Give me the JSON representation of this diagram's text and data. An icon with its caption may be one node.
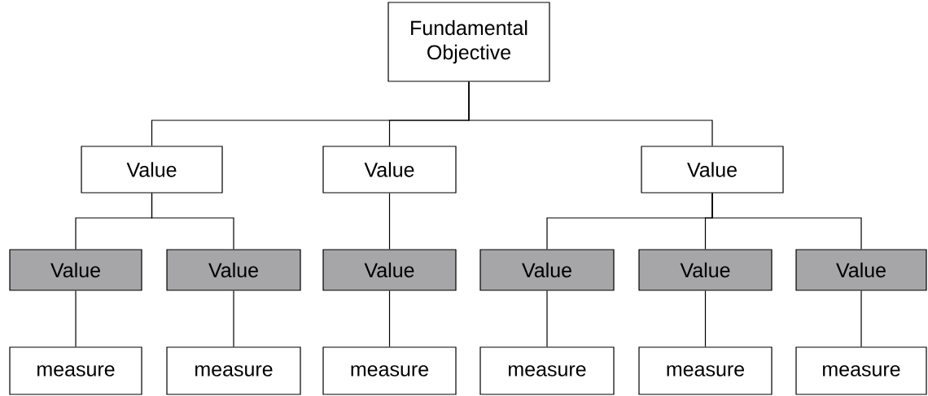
{
  "diagram": {
    "nodes": [
      {
        "text": [
          "Fundamental Objective"
        ]
      },
      {
        "text": [
          "Value"
        ]
      },
      {
        "text": [
          "Value"
        ]
      },
      {
        "text": [
          "Value"
        ]
      },
      {
        "text": [
          "Value"
        ]
      },
      {
        "text": [
          "Value"
        ]
      },
      {
        "text": [
          "Value"
        ]
      },
      {
        "text": [
          "Value"
        ]
      },
      {
        "text": [
          "Value"
        ]
      },
      {
        "text": [
          "Value"
        ]
      },
      {
        "text": [
          "measure"
        ]
      },
      {
        "text": [
          "measure"
        ]
      },
      {
        "text": [
          "measure"
        ]
      },
      {
        "text": [
          "measure"
        ]
      },
      {
        "text": [
          "measure"
        ]
      },
      {
        "text": [
          "measure"
        ]
      }
    ],
    "edges": [
      {
        "from": 0,
        "to": 1,
        "arrow": "none"
      },
      {
        "from": 0,
        "to": 2,
        "arrow": "none"
      },
      {
        "from": 0,
        "to": 3,
        "arrow": "none"
      },
      {
        "from": 1,
        "to": 4,
        "arrow": "none"
      },
      {
        "from": 1,
        "to": 5,
        "arrow": "none"
      },
      {
        "from": 2,
        "to": 6,
        "arrow": "none"
      },
      {
        "from": 3,
        "to": 7,
        "arrow": "none"
      },
      {
        "from": 3,
        "to": 8,
        "arrow": "none"
      },
      {
        "from": 3,
        "to": 9,
        "arrow": "none"
      },
      {
        "from": 4,
        "to": 10,
        "arrow": "none"
      },
      {
        "from": 5,
        "to": 11,
        "arrow": "none"
      },
      {
        "from": 6,
        "to": 12,
        "arrow": "none"
      },
      {
        "from": 7,
        "to": 13,
        "arrow": "none"
      },
      {
        "from": 8,
        "to": 14,
        "arrow": "none"
      },
      {
        "from": 9,
        "to": 15,
        "arrow": "none"
      }
    ]
  }
}
